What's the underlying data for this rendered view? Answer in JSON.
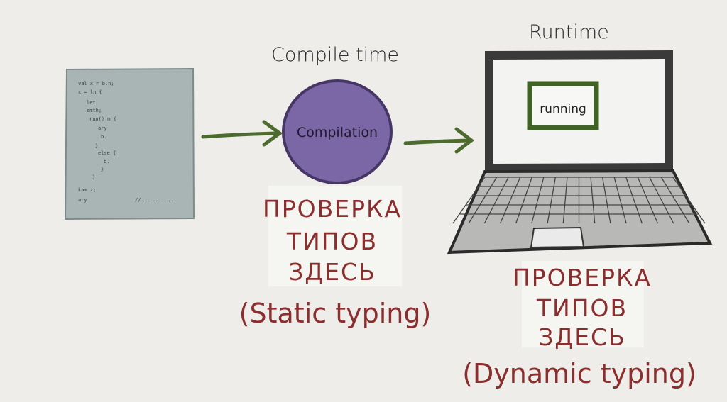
{
  "source_doc": {
    "code_lines": [
      "val x = b.n;",
      "x = ln {",
      "  let",
      "  smth;",
      "  run() m {",
      "    ary",
      "    b.",
      "  }",
      "  else {",
      "    b.",
      "  }",
      "}",
      "kam z;",
      "ary",
      "//........ ..."
    ]
  },
  "compile": {
    "heading": "Compile time",
    "circle_label": "Compilation",
    "note_lines": [
      "ПРОВЕРКА",
      "ТИПОВ",
      "ЗДЕСЬ"
    ],
    "note_paren": "(Static typing)"
  },
  "runtime": {
    "heading": "Runtime",
    "screen_label": "running",
    "note_lines": [
      "ПРОВЕРКА",
      "ТИПОВ",
      "ЗДЕСЬ"
    ],
    "note_paren": "(Dynamic typing)"
  },
  "colors": {
    "background": "#eeede9",
    "arrow": "#4d6b2f",
    "circle": "#7b66a6",
    "note": "#8a2e2e",
    "paper": "#a8b5b4"
  }
}
